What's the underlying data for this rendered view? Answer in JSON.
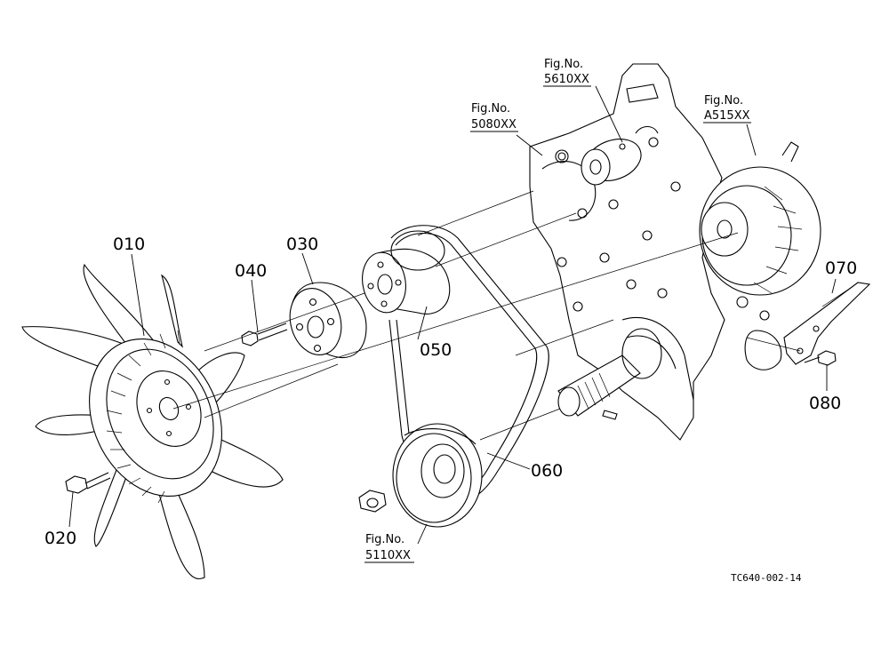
{
  "parts": {
    "p010": "010",
    "p020": "020",
    "p030": "030",
    "p040": "040",
    "p050": "050",
    "p060": "060",
    "p070": "070",
    "p080": "080"
  },
  "fig_refs": {
    "ref_5610": {
      "label": "Fig.No.",
      "number": "5610XX"
    },
    "ref_5080": {
      "label": "Fig.No.",
      "number": "5080XX"
    },
    "ref_a515": {
      "label": "Fig.No.",
      "number": "A515XX"
    },
    "ref_5110": {
      "label": "Fig.No.",
      "number": "5110XX"
    }
  },
  "drawing_code": "TC640-002-14"
}
